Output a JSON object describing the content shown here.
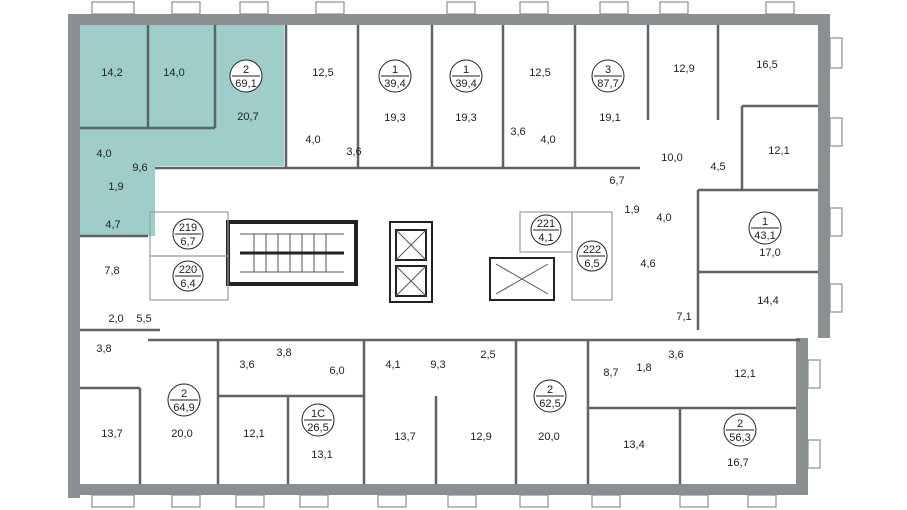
{
  "highlight_color": "#9fcdc9",
  "wall_color": "#8a8f92",
  "apartments": [
    {
      "id": "apt-a",
      "rooms": "2",
      "area": "69,1"
    },
    {
      "id": "apt-b",
      "rooms": "1",
      "area": "39,4"
    },
    {
      "id": "apt-c",
      "rooms": "1",
      "area": "39,4"
    },
    {
      "id": "apt-d",
      "rooms": "3",
      "area": "87,7"
    },
    {
      "id": "apt-e",
      "rooms": "1",
      "area": "43,1"
    },
    {
      "id": "apt-f",
      "rooms": "2",
      "area": "56,3"
    },
    {
      "id": "apt-g",
      "rooms": "2",
      "area": "62,5"
    },
    {
      "id": "apt-h",
      "rooms": "1С",
      "area": "26,5"
    },
    {
      "id": "apt-i",
      "rooms": "2",
      "area": "64,9"
    }
  ],
  "service_rooms": [
    {
      "id": "r219",
      "number": "219",
      "area": "6,7"
    },
    {
      "id": "r220",
      "number": "220",
      "area": "6,4"
    },
    {
      "id": "r221",
      "number": "221",
      "area": "4,1"
    },
    {
      "id": "r222",
      "number": "222",
      "area": "6,5"
    }
  ],
  "room_areas": [
    "14,2",
    "14,0",
    "20,7",
    "4,0",
    "9,6",
    "1,9",
    "4,7",
    "12,5",
    "19,3",
    "4,0",
    "3,6",
    "19,3",
    "12,5",
    "3,6",
    "4,0",
    "19,1",
    "12,9",
    "16,5",
    "10,0",
    "4,5",
    "12,1",
    "6,7",
    "1,9",
    "4,0",
    "4,6",
    "17,0",
    "14,4",
    "7,1",
    "7,8",
    "2,0",
    "5,5",
    "3,8",
    "13,7",
    "20,0",
    "3,6",
    "3,8",
    "12,1",
    "6,0",
    "13,1",
    "4,1",
    "9,3",
    "2,5",
    "13,7",
    "12,9",
    "20,0",
    "8,7",
    "1,8",
    "3,6",
    "12,1",
    "13,4",
    "16,7"
  ]
}
